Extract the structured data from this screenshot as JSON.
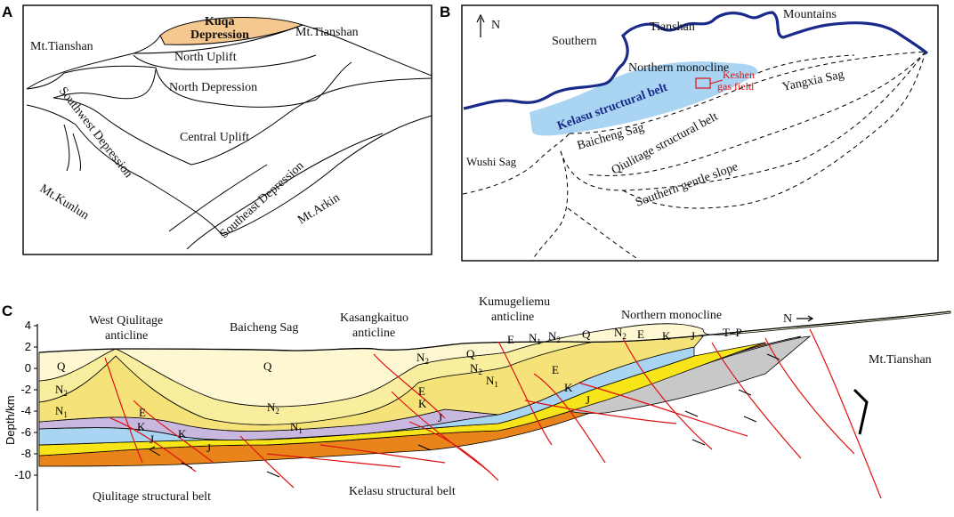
{
  "panels": {
    "a": {
      "letter": "A",
      "labels": {
        "kuqa": "Kuqa",
        "depression": "Depression",
        "mt_tianshan_left": "Mt.Tianshan",
        "mt_tianshan_right": "Mt.Tianshan",
        "north_uplift": "North Uplift",
        "north_depression": "North Depression",
        "central_uplift": "Central Uplift",
        "southwest_depression": "Southwest Depression",
        "southeast_depression": "Southeast Depression",
        "mt_kunlun": "Mt.Kunlun",
        "mt_arkin": "Mt.Arkin"
      },
      "colors": {
        "kuqa_fill": "#f5c890"
      }
    },
    "b": {
      "letter": "B",
      "labels": {
        "north_arrow": "N",
        "southern": "Southern",
        "tianshan": "Tianshan",
        "mountains": "Mountains",
        "northern_monocline": "Northern monocline",
        "keshen_1": "Keshen",
        "keshen_2": "gas field",
        "yangxia_sag": "Yangxia Sag",
        "kelasu_belt": "Kelasu structural belt",
        "baicheng_sag": "Baicheng Sag",
        "qiulitage_belt": "Qiulitage structural belt",
        "wushi_sag": "Wushi Sag",
        "southern_gentle_slope": "Southern gentle slope"
      },
      "colors": {
        "mountain_front": "#1a2a8a",
        "kelasu_fill": "#a9d4f2",
        "field_box": "#e01010"
      }
    },
    "c": {
      "letter": "C",
      "axis": {
        "title": "Depth/km",
        "ticks": [
          "4",
          "2",
          "0",
          "-2",
          "-4",
          "-6",
          "-8",
          "-10"
        ]
      },
      "labels": {
        "west_qiulitage_1": "West Qiulitage",
        "west_qiulitage_2": "anticline",
        "baicheng_sag": "Baicheng Sag",
        "kasangkaituo_1": "Kasangkaituo",
        "kasangkaituo_2": "anticline",
        "kumugeliemu_1": "Kumugeliemu",
        "kumugeliemu_2": "anticline",
        "northern_monocline": "Northern monocline",
        "north_arrow": "N",
        "mt_tianshan": "Mt.Tianshan",
        "qiulitage_belt": "Qiulitage structural belt",
        "kelasu_belt": "Kelasu structural belt"
      },
      "strata": {
        "Q": "Q",
        "N2": "N",
        "N2_sub": "2",
        "N1": "N",
        "N1_sub": "1",
        "E": "E",
        "K": "K",
        "J": "J",
        "TP": "T–P"
      },
      "colors": {
        "Q": "#fdf7d2",
        "N2": "#f9ee9e",
        "N1": "#f5e37a",
        "thin_purple": "#c8b8e0",
        "E": "#a9d4f2",
        "K": "#f7e51a",
        "J": "#e8841a",
        "TP": "#c8c8c8",
        "fault": "#e01010"
      }
    }
  }
}
